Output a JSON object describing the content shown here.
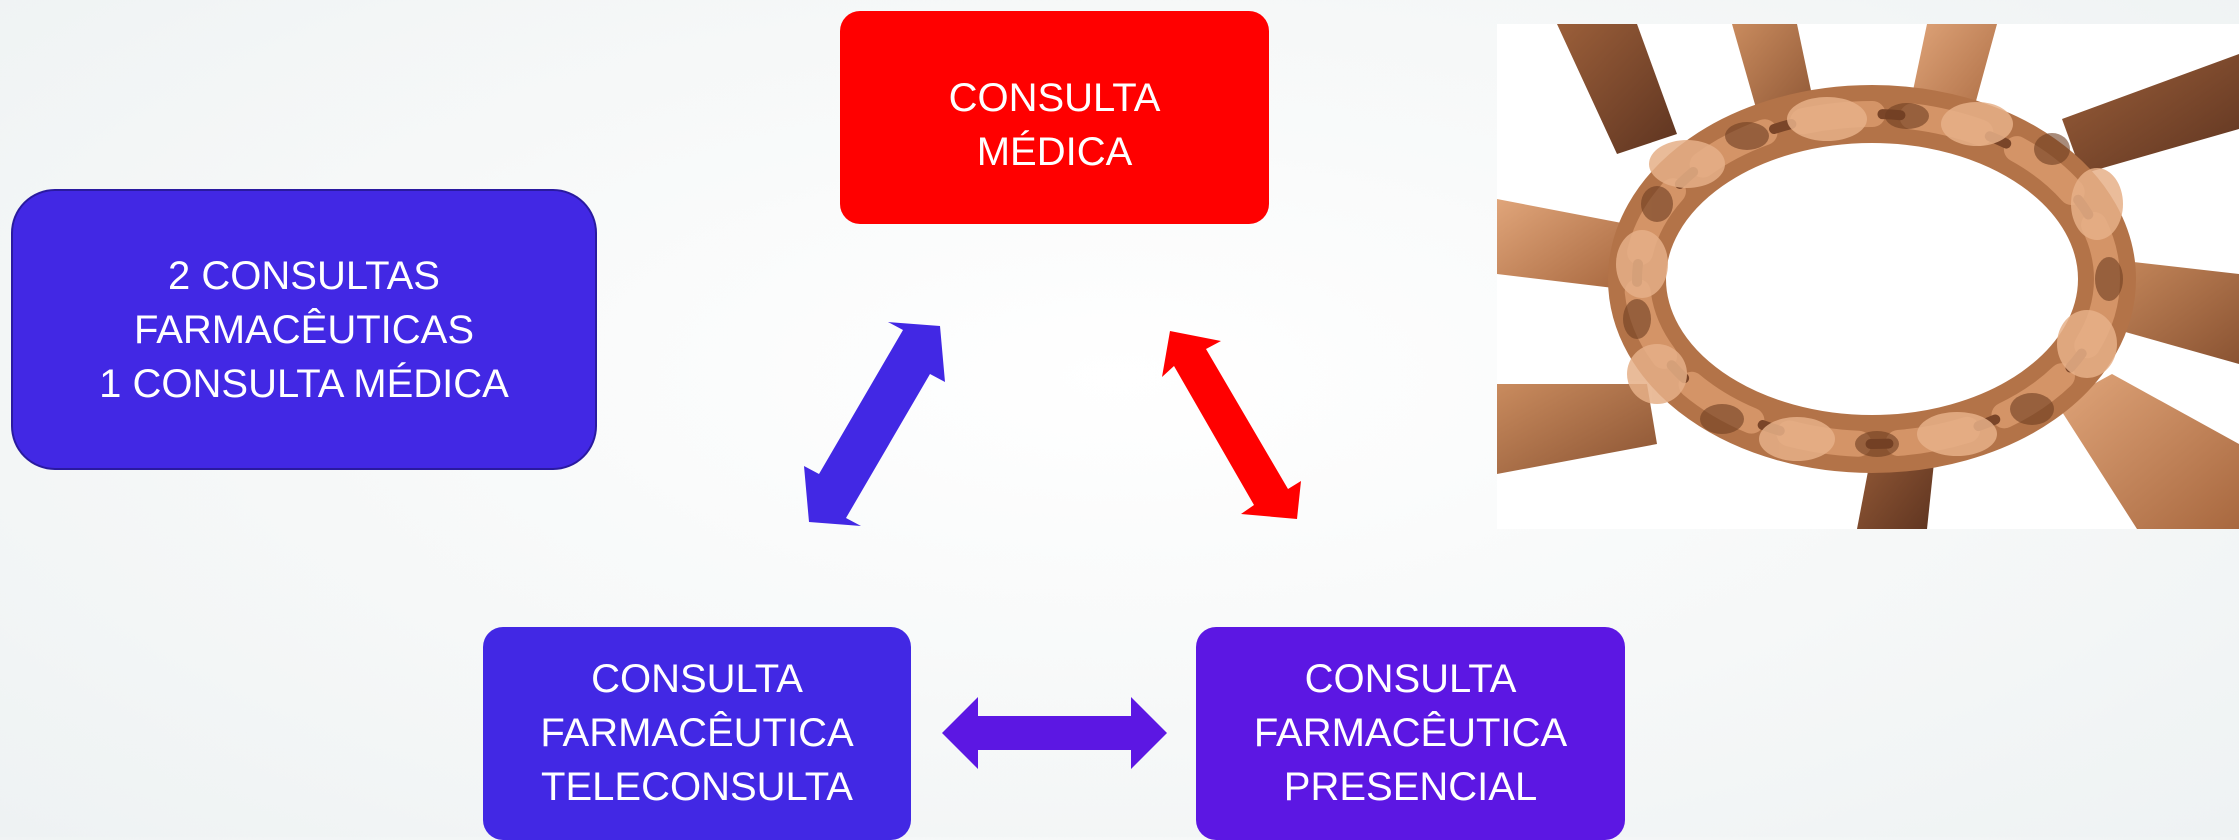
{
  "nodes": {
    "medica": {
      "lines": [
        "CONSULTA",
        "MÉDICA"
      ],
      "color": "#ff0000"
    },
    "summary": {
      "lines": [
        "2 CONSULTAS",
        "FARMACÊUTICAS",
        "1 CONSULTA MÉDICA"
      ],
      "color": "#4228e4"
    },
    "teleconsulta": {
      "lines": [
        "CONSULTA",
        "FARMACÊUTICA",
        "TELECONSULTA"
      ],
      "color": "#4228e4"
    },
    "presencial": {
      "lines": [
        "CONSULTA",
        "FARMACÊUTICA",
        "PRESENCIAL"
      ],
      "color": "#5c17e3"
    }
  },
  "arrows": [
    {
      "name": "arrow-tele-medica",
      "color": "#4228e4",
      "direction": "bidirectional"
    },
    {
      "name": "arrow-medica-presencial",
      "color": "#ff0000",
      "direction": "bidirectional"
    },
    {
      "name": "arrow-tele-presencial",
      "color": "#5c17e3",
      "direction": "bidirectional"
    }
  ],
  "image": {
    "subject": "hands-linked-in-circle"
  }
}
